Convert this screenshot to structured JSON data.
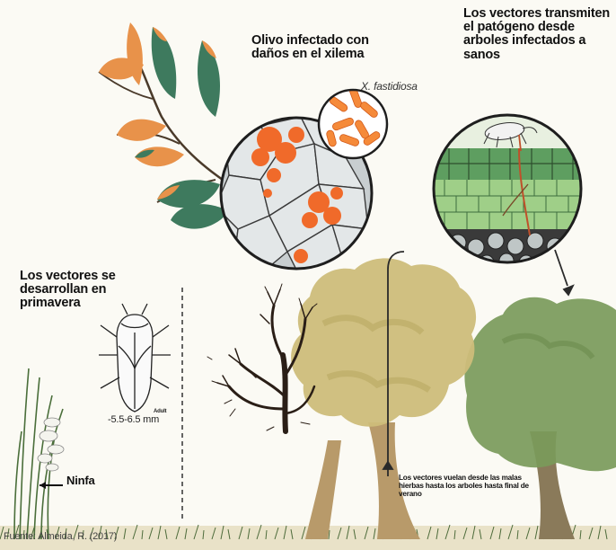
{
  "labels": {
    "infected_olive": "Olivo infectado con daños en el xilema",
    "pathogen_name": "X. fastidiosa",
    "vectors_transmit": "Los vectores transmiten el patógeno desde arboles infectados a sanos",
    "vectors_develop": "Los vectores se desarrollan en primavera",
    "adult_tag": "Adult",
    "adult_size": "-5.5-6.5 mm",
    "nymph": "Ninfa",
    "vectors_fly": "Los vectores vuelan desde las malas hierbas hasta los arboles hasta final de verano",
    "source": "Fuente: Almeida, R. (2017)"
  },
  "colors": {
    "leaf_green": "#3e7a5e",
    "leaf_orange": "#e8924a",
    "bacteria_orange": "#f06a2a",
    "infected_tree": "#cdbd7a",
    "healthy_tree": "#7a9a5a",
    "trunk": "#b89a6a",
    "tissue_green": "#6aa86a",
    "dead_tree": "#2a1e16"
  },
  "icons": [
    "olive-branch-icon",
    "xylem-magnifier-icon",
    "bacteria-magnifier-icon",
    "leaf-tissue-magnifier-icon",
    "leafhopper-adult-icon",
    "leafhopper-vector-icon",
    "nymph-on-grass-icon",
    "dead-tree-icon",
    "infected-tree-icon",
    "healthy-tree-icon"
  ]
}
